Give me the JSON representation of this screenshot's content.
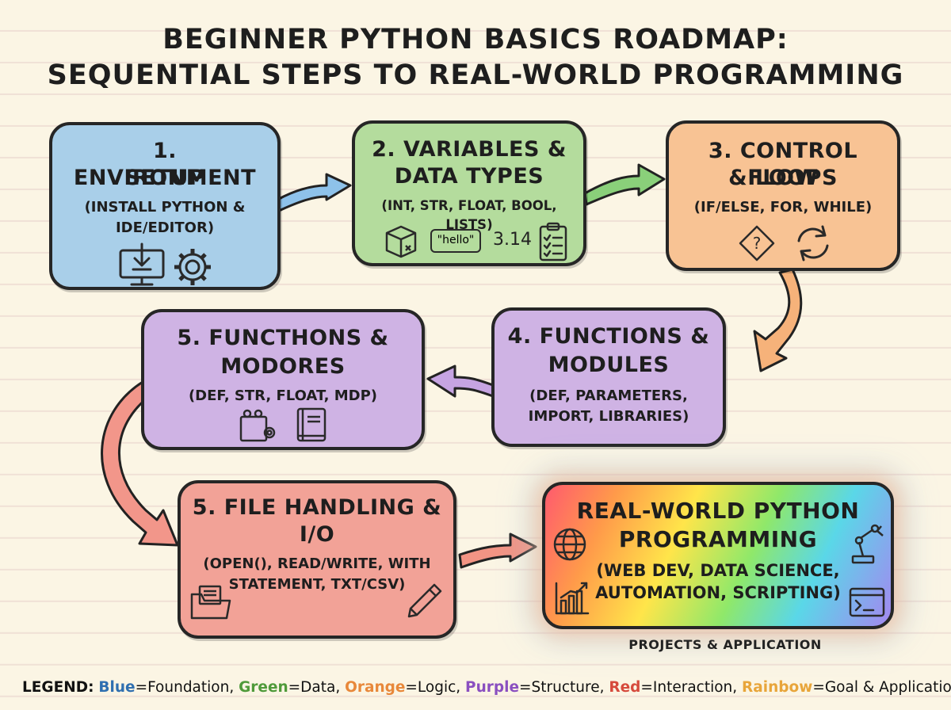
{
  "title": {
    "line1": "BEGINNER PYTHON BASICS ROADMAP:",
    "line2": "SEQUENTIAL STEPS TO REAL-WORLD PROGRAMMING"
  },
  "steps": [
    {
      "heading_1": "1. ENVIRONMENT",
      "heading_2": "SETUP",
      "sub_1": "(INSTALL PYTHON &",
      "sub_2": "IDE/EDITOR)",
      "color": "#a9cfe9"
    },
    {
      "heading_1": "2. VARIABLES &",
      "heading_2": "DATA TYPES",
      "sub_1": "(INT, STR, FLOAT, BOOL, LISTS)",
      "color": "#b4dc9d",
      "icon_text_1": "\"hello\"",
      "icon_text_2": "3.14"
    },
    {
      "heading_1": "3. CONTROL FLOW",
      "heading_2": "& LOOPS",
      "sub_1": "(IF/ELSE, FOR, WHILE)",
      "color": "#f8c394"
    },
    {
      "heading_1": "4. FUNCTIONS &",
      "heading_2": "MODULES",
      "sub_1": "(DEF, PARAMETERS,",
      "sub_2": "IMPORT, LIBRARIES)",
      "color": "#cfb3e4"
    },
    {
      "heading_1": "5. FUNCTHONS &",
      "heading_2": "MODORES",
      "sub_1": "(DEF, STR, FLOAT, MDP)",
      "color": "#cfb3e4"
    },
    {
      "heading_1": "5. FILE HANDLING &",
      "heading_2": "I/O",
      "sub_1": "(OPEN(), READ/WRITE, WITH",
      "sub_2": "STATEMENT, TXT/CSV)",
      "color": "#f2a297"
    },
    {
      "heading_1": "REAL-WORLD PYTHON",
      "heading_2": "PROGRAMMING",
      "sub_1": "(WEB DEV, DATA SCIENCE,",
      "sub_2": "AUTOMATION, SCRIPTING)",
      "color": "rainbow"
    }
  ],
  "caption": "PROJECTS & APPLICATION",
  "legend": {
    "label": "LEGEND:",
    "blue": "Blue",
    "blue_meaning": "=Foundation, ",
    "green": "Green",
    "green_meaning": "=Data, ",
    "orange": "Orange",
    "orange_meaning": "=Logic, ",
    "purple": "Purple",
    "purple_meaning": "=Structure, ",
    "red": "Red",
    "red_meaning": "=Interaction, ",
    "rainbow": "Rainbow",
    "rainbow_meaning": "=Goal & Application"
  },
  "icons": [
    "download-monitor-icon",
    "gear-icon",
    "box-icon",
    "speech-bubble-icon",
    "clipboard-checklist-icon",
    "decision-diamond-icon",
    "loop-arrows-icon",
    "blocks-gear-icon",
    "book-icon",
    "folder-document-icon",
    "pencil-icon",
    "globe-icon",
    "bar-chart-icon",
    "robot-arm-icon",
    "terminal-icon"
  ]
}
